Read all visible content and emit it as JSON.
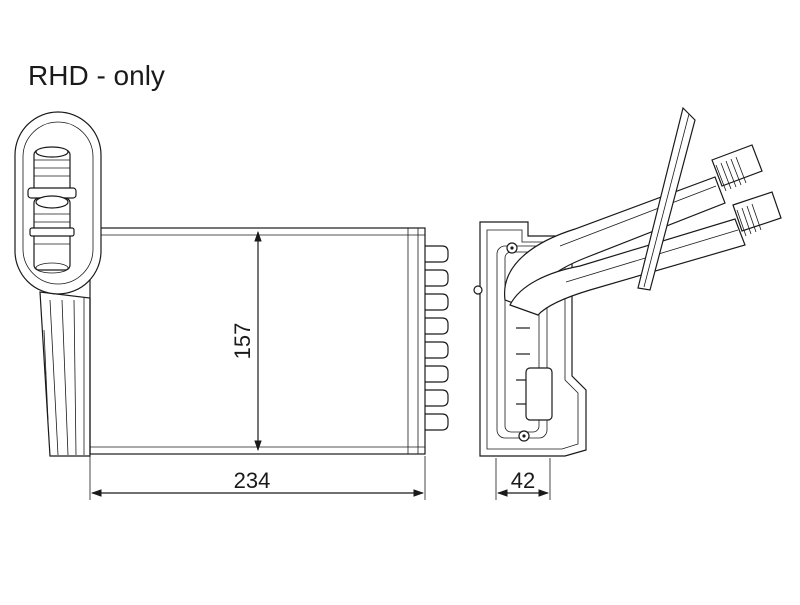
{
  "note": "RHD - only",
  "dimensions": {
    "height": "157",
    "width": "234",
    "depth": "42"
  }
}
